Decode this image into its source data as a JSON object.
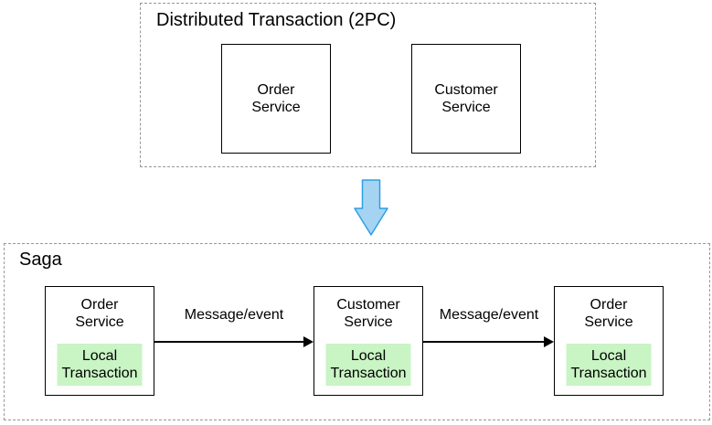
{
  "colors": {
    "background": "#ffffff",
    "text": "#000000",
    "dashed_border": "#979797",
    "solid_border": "#000000",
    "local_transaction_fill": "#c9f4c4",
    "down_arrow_fill": "#a5d4f2",
    "down_arrow_stroke": "#2e9fe6"
  },
  "top_group": {
    "title": "Distributed Transaction (2PC)",
    "boxes": [
      {
        "line1": "Order",
        "line2": "Service"
      },
      {
        "line1": "Customer",
        "line2": "Service"
      }
    ]
  },
  "down_arrow": {
    "name": "down-arrow-icon"
  },
  "saga_group": {
    "title": "Saga",
    "boxes": [
      {
        "line1": "Order",
        "line2": "Service",
        "local": {
          "line1": "Local",
          "line2": "Transaction"
        }
      },
      {
        "line1": "Customer",
        "line2": "Service",
        "local": {
          "line1": "Local",
          "line2": "Transaction"
        }
      },
      {
        "line1": "Order",
        "line2": "Service",
        "local": {
          "line1": "Local",
          "line2": "Transaction"
        }
      }
    ],
    "arrows": [
      {
        "label": "Message/event"
      },
      {
        "label": "Message/event"
      }
    ]
  }
}
